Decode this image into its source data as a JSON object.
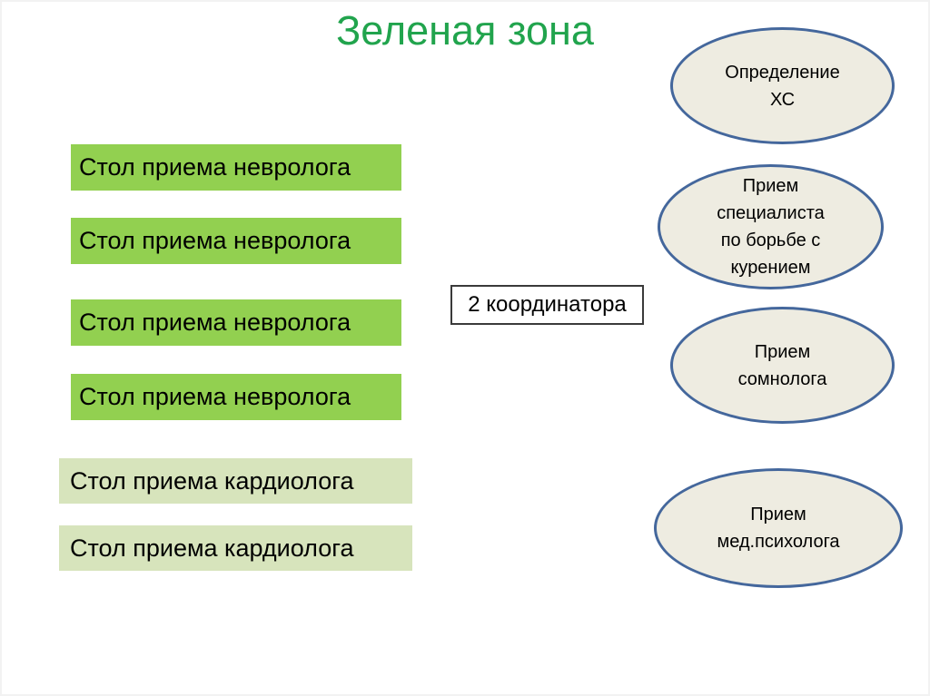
{
  "slide": {
    "title": "Зеленая зона"
  },
  "left_column": {
    "neurologist_boxes": [
      {
        "label": "Стол приема невролога"
      },
      {
        "label": "Стол приема невролога"
      },
      {
        "label": "Стол приема невролога"
      },
      {
        "label": "Стол приема невролога"
      }
    ],
    "cardiologist_boxes": [
      {
        "label": "Стол приема кардиолога"
      },
      {
        "label": "Стол приема кардиолога"
      }
    ]
  },
  "coordinator_box": {
    "label": "2 координатора"
  },
  "ellipses": [
    {
      "label": "Определение\nХС"
    },
    {
      "label": "Прием\nспециалиста\nпо борьбе с\nкурением"
    },
    {
      "label": "Прием\nсомнолога"
    },
    {
      "label": "Прием\nмед.психолога"
    }
  ],
  "colors": {
    "title_green": "#21A44D",
    "neurologist_box_fill": "#92D050",
    "cardiologist_box_fill": "#D7E4BC",
    "ellipse_fill": "#EEECE1",
    "ellipse_border": "#44679C",
    "coordinator_border": "#3A3A3A",
    "text": "#000000"
  }
}
